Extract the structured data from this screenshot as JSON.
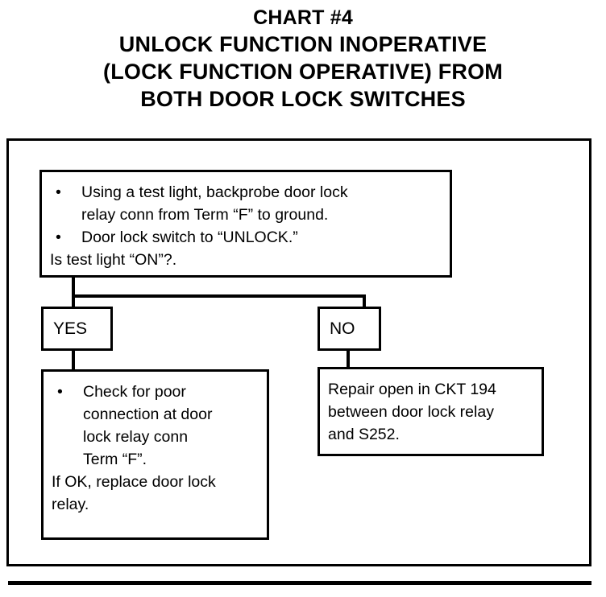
{
  "title": {
    "line1": "CHART #4",
    "line2": "UNLOCK FUNCTION INOPERATIVE",
    "line3": "(LOCK FUNCTION OPERATIVE) FROM",
    "line4": "BOTH DOOR LOCK SWITCHES"
  },
  "colors": {
    "ink": "#000000",
    "paper": "#ffffff"
  },
  "bullet_glyph": "•",
  "flow": {
    "test_node": {
      "bullets": [
        {
          "line1": "Using a test light, backprobe door lock",
          "line2": "relay conn from Term “F” to ground."
        },
        {
          "line1": "Door lock switch to “UNLOCK.”",
          "line2": ""
        }
      ],
      "question": "Is test light “ON”?."
    },
    "branches": {
      "yes_label": "YES",
      "no_label": "NO"
    },
    "yes_result": {
      "bullets": [
        {
          "line1": "Check for poor",
          "line2": "connection at door",
          "line3": "lock relay conn",
          "line4": "Term “F”."
        }
      ],
      "follow_up_line1": "If OK, replace door lock",
      "follow_up_line2": "relay."
    },
    "no_result": {
      "line1": "Repair open in CKT 194",
      "line2": "between door lock relay",
      "line3": "and S252."
    }
  },
  "chart_data": {
    "type": "flowchart",
    "title": "CHART #4 UNLOCK FUNCTION INOPERATIVE (LOCK FUNCTION OPERATIVE) FROM BOTH DOOR LOCK SWITCHES",
    "nodes": [
      {
        "id": "test",
        "kind": "test-step",
        "text": "Using a test light, backprobe door lock relay conn from Term “F” to ground. Door lock switch to “UNLOCK.” Is test light “ON”?."
      },
      {
        "id": "yes",
        "kind": "branch-label",
        "text": "YES"
      },
      {
        "id": "no",
        "kind": "branch-label",
        "text": "NO"
      },
      {
        "id": "yes-result",
        "kind": "action",
        "text": "Check for poor connection at door lock relay conn Term “F”. If OK, replace door lock relay."
      },
      {
        "id": "no-result",
        "kind": "action",
        "text": "Repair open in CKT 194 between door lock relay and S252."
      }
    ],
    "edges": [
      {
        "from": "test",
        "to": "yes",
        "label": ""
      },
      {
        "from": "test",
        "to": "no",
        "label": ""
      },
      {
        "from": "yes",
        "to": "yes-result",
        "label": ""
      },
      {
        "from": "no",
        "to": "no-result",
        "label": ""
      }
    ]
  }
}
